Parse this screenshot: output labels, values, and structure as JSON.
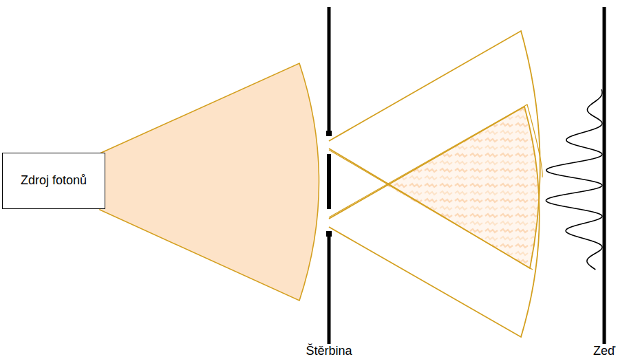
{
  "diagram": {
    "nodes": [
      {
        "text": [
          "Zdroj fotonů"
        ]
      }
    ],
    "labels": [
      "Štěrbina",
      "Zeď"
    ]
  }
}
